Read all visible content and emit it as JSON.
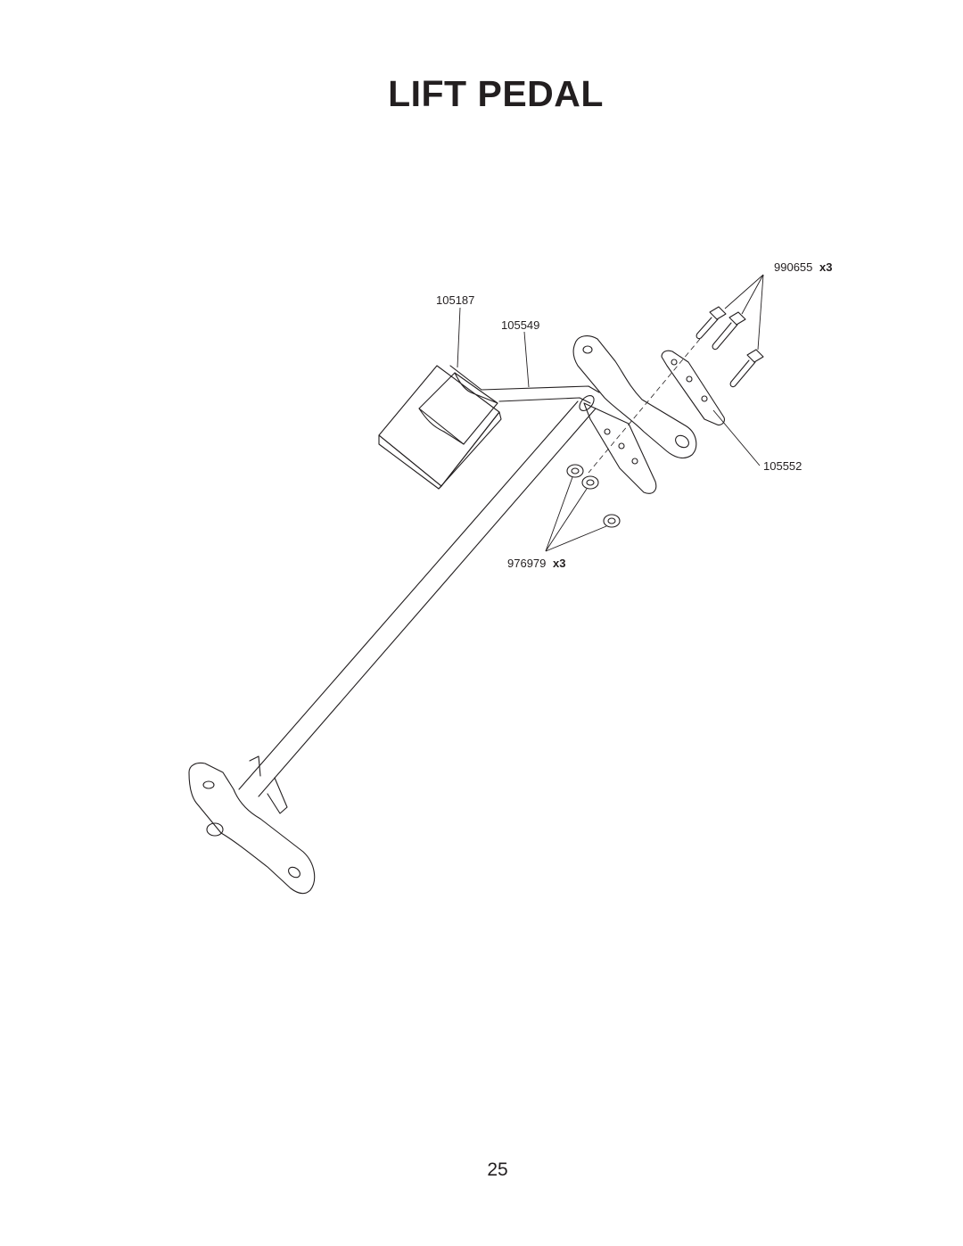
{
  "page": {
    "title": "LIFT PEDAL",
    "page_number": "25"
  },
  "callouts": {
    "bolt": {
      "part_no": "990655",
      "qty": "x3"
    },
    "pedal_pad": {
      "part_no": "105187"
    },
    "pedal_arm": {
      "part_no": "105549"
    },
    "plate": {
      "part_no": "105552"
    },
    "nut": {
      "part_no": "976979",
      "qty": "x3"
    }
  }
}
